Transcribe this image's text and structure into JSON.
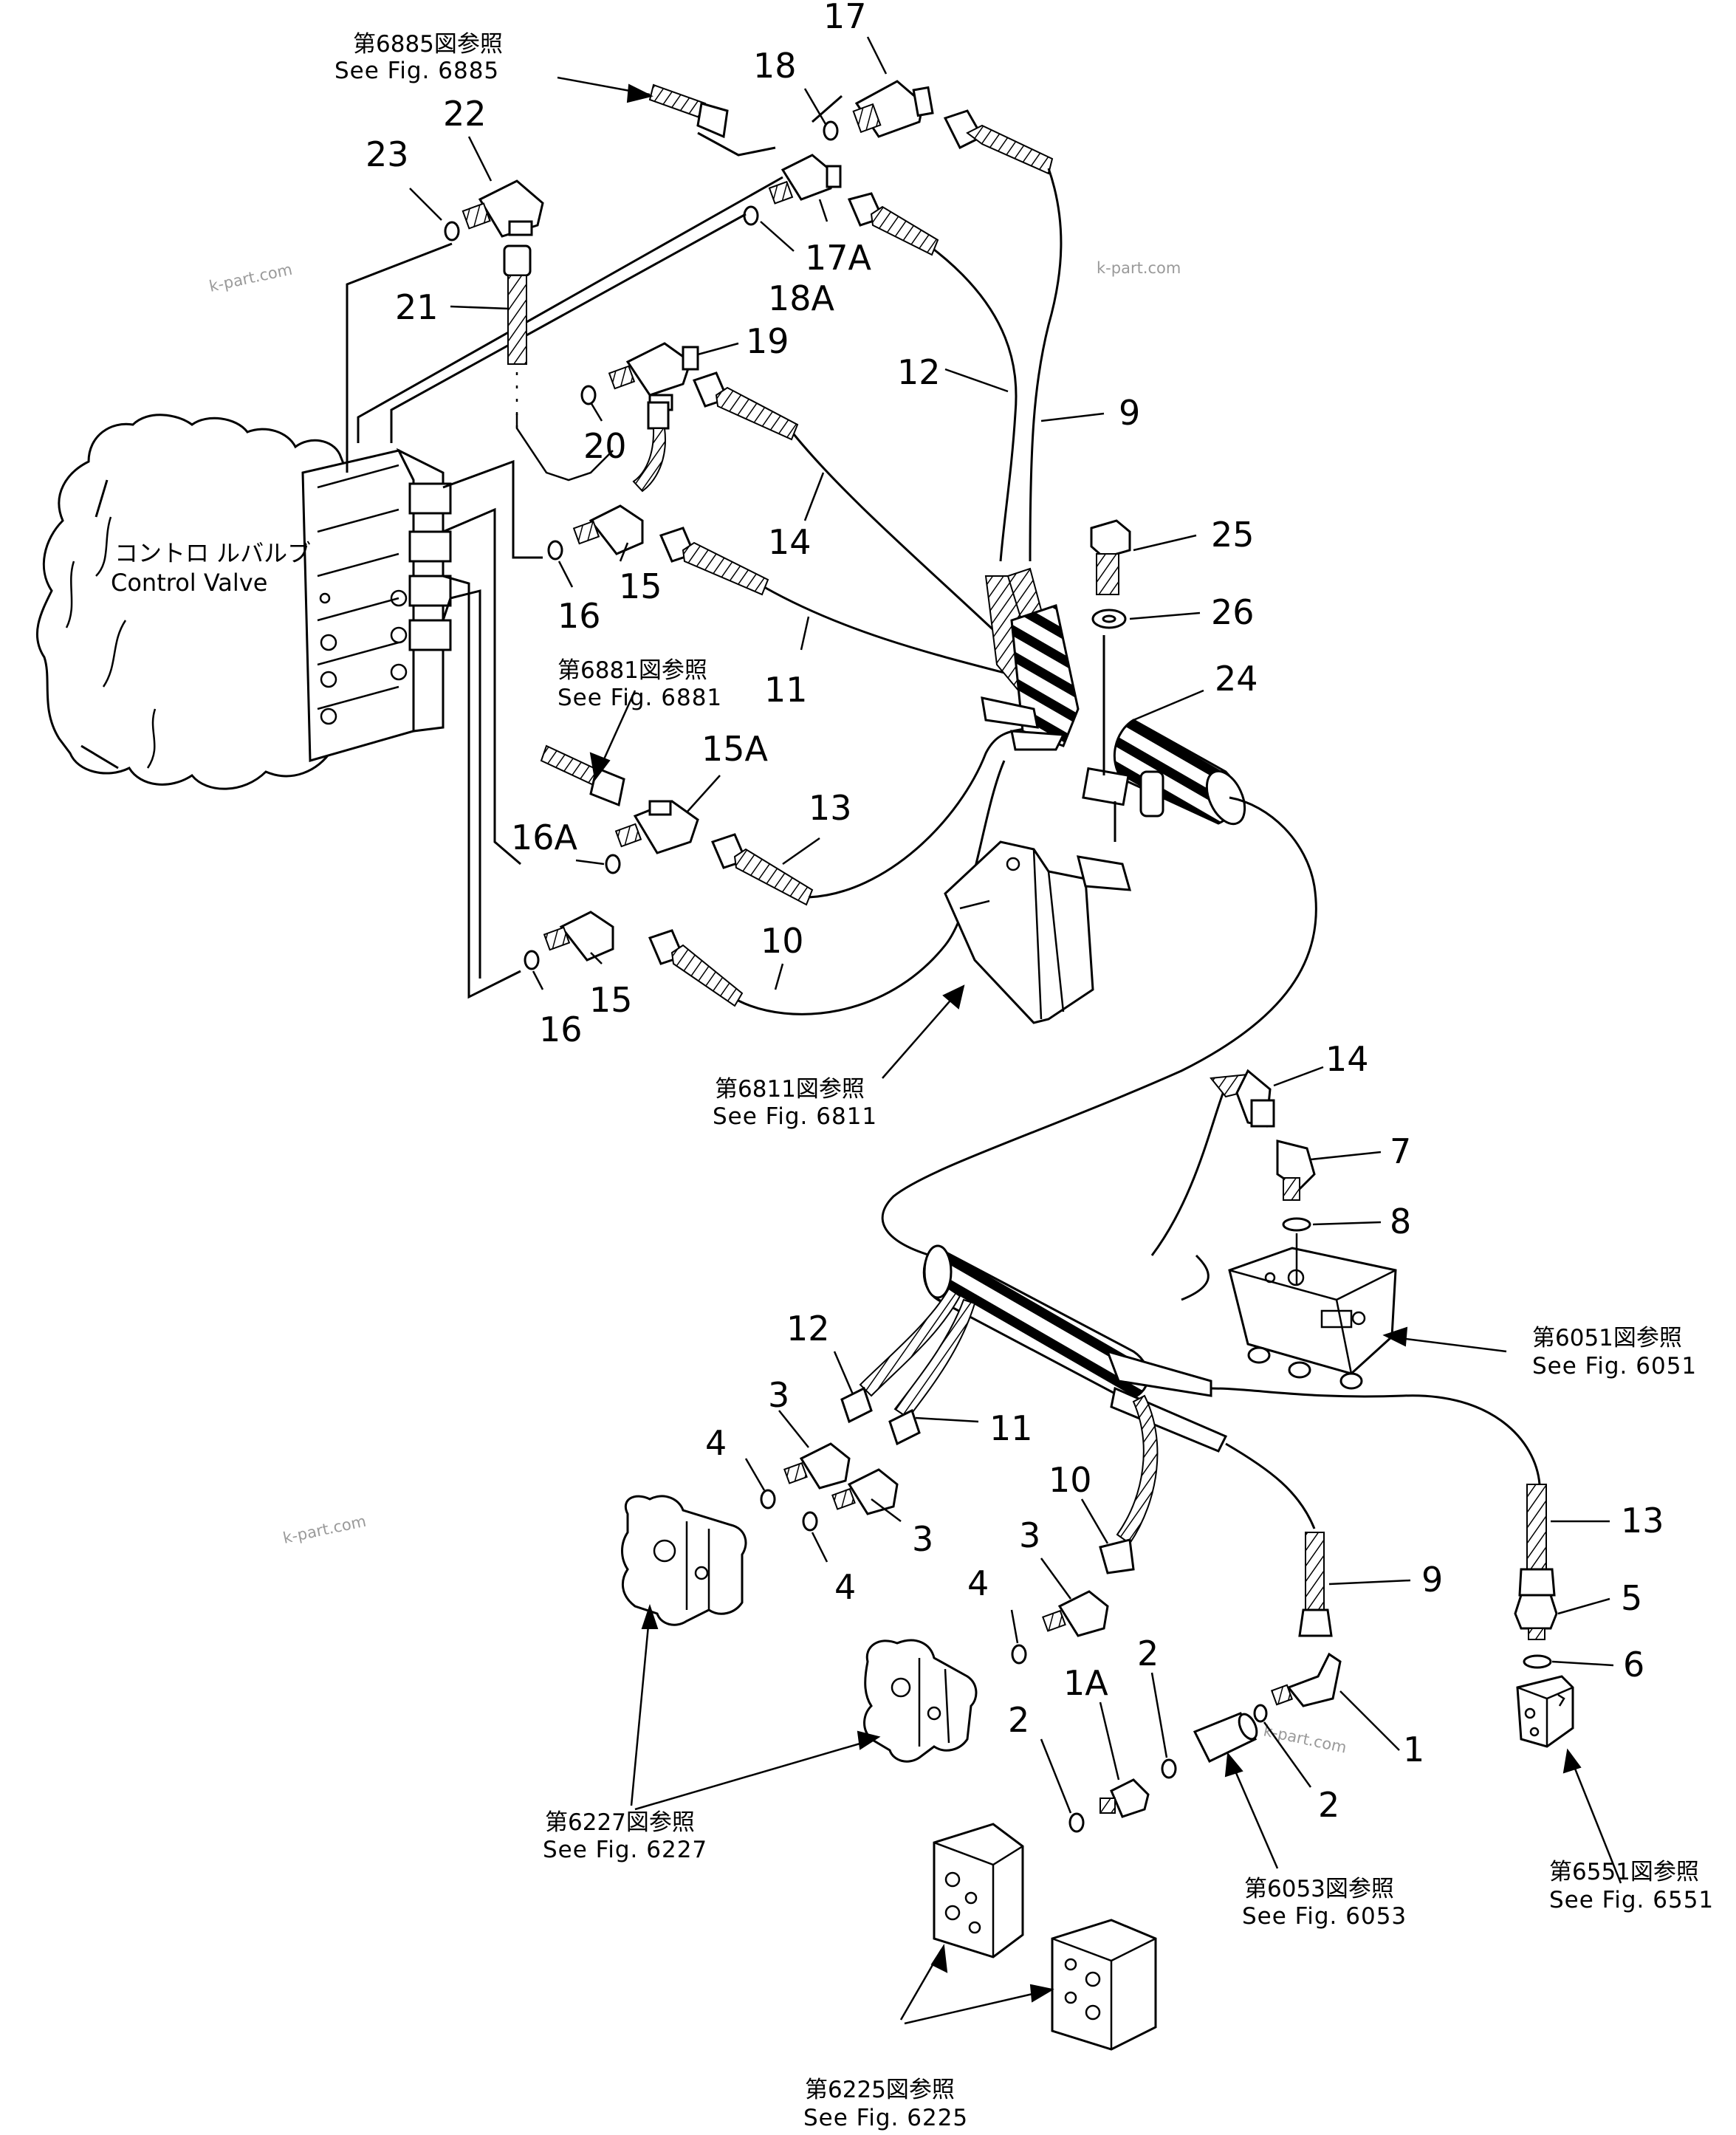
{
  "watermarks": [
    "k-part.com",
    "k-part.com",
    "k-part.com",
    "k-part.com"
  ],
  "component_labels": {
    "control_valve_jp": "コントロ ルバルブ",
    "control_valve_en": "Control Valve"
  },
  "figure_refs": [
    {
      "jp": "第6885図参照",
      "en": "See Fig. 6885"
    },
    {
      "jp": "第6881図参照",
      "en": "See Fig. 6881"
    },
    {
      "jp": "第6811図参照",
      "en": "See Fig. 6811"
    },
    {
      "jp": "第6051図参照",
      "en": "See Fig. 6051"
    },
    {
      "jp": "第6227図参照",
      "en": "See Fig. 6227"
    },
    {
      "jp": "第6053図参照",
      "en": "See Fig. 6053"
    },
    {
      "jp": "第6551図参照",
      "en": "See Fig. 6551"
    },
    {
      "jp": "第6225図参照",
      "en": "See Fig. 6225"
    }
  ],
  "part_numbers": [
    "17",
    "18",
    "22",
    "23",
    "17A",
    "18A",
    "21",
    "19",
    "20",
    "12",
    "9",
    "14",
    "15",
    "16",
    "11",
    "25",
    "26",
    "24",
    "15A",
    "13",
    "16A",
    "10",
    "15",
    "16",
    "14",
    "7",
    "8",
    "12",
    "3",
    "11",
    "4",
    "3",
    "4",
    "10",
    "3",
    "4",
    "9",
    "13",
    "5",
    "6",
    "2",
    "1A",
    "1",
    "2",
    "2"
  ]
}
